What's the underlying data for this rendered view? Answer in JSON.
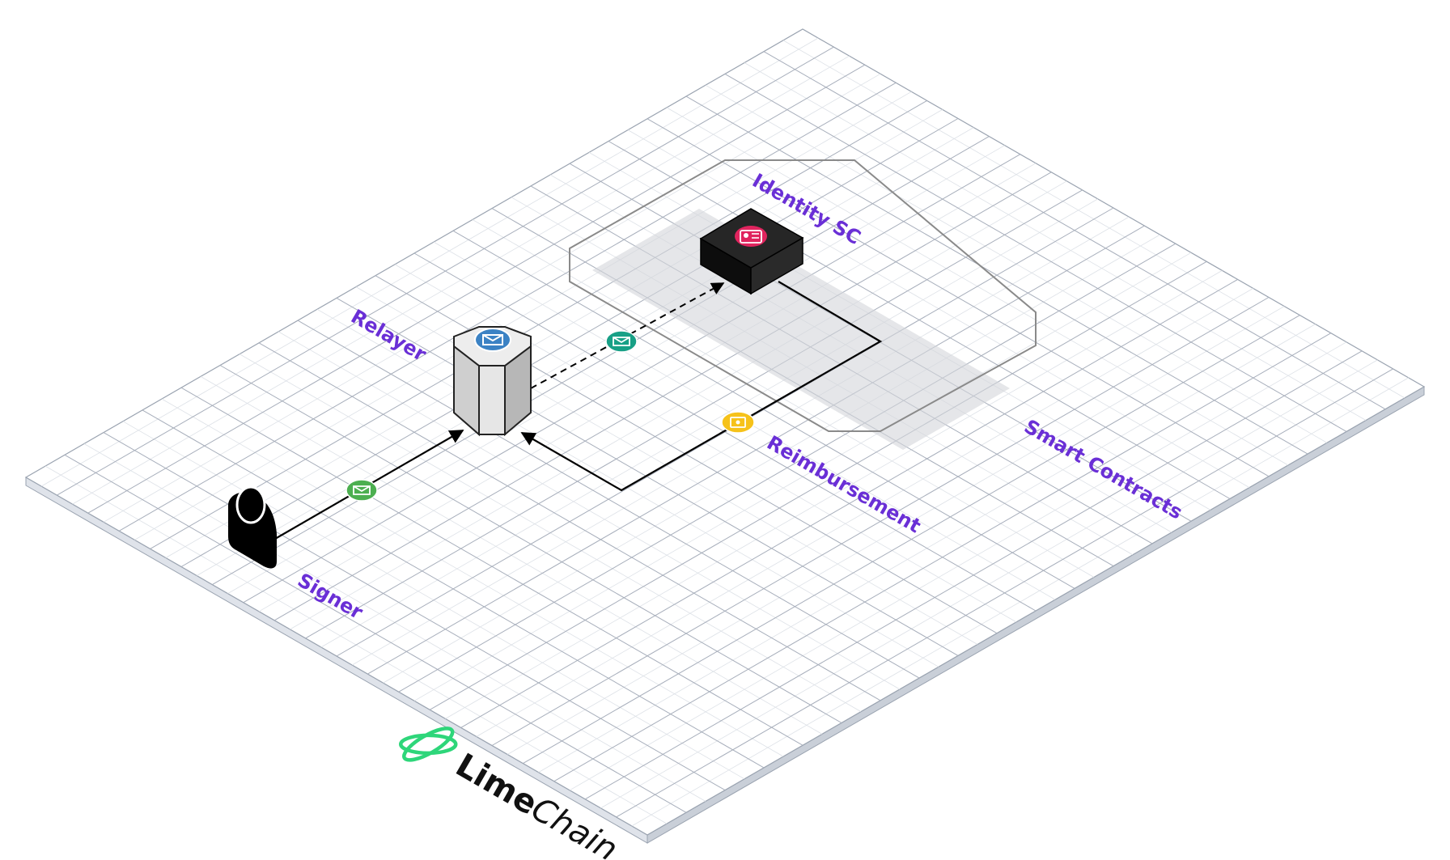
{
  "labels": {
    "signer": "Signer",
    "relayer": "Relayer",
    "identity_sc": "Identity SC",
    "reimbursement": "Reimbursement",
    "smart_contracts": "Smart Contracts"
  },
  "logo": {
    "part1": "Lime",
    "part2": "Chain"
  },
  "colors": {
    "label": "#6a2fd6",
    "message_green": "#4caf50",
    "message_teal": "#18a086",
    "coin_yellow": "#f6c21a",
    "identity_pink": "#e0245e",
    "relayer_blue": "#3b82c4",
    "logo_green": "#2ed67a"
  },
  "icons": {
    "signer": "user-icon",
    "relayer": "message-queue-icon",
    "identity": "id-card-icon",
    "message": "envelope-icon",
    "reimbursement": "coin-icon"
  }
}
